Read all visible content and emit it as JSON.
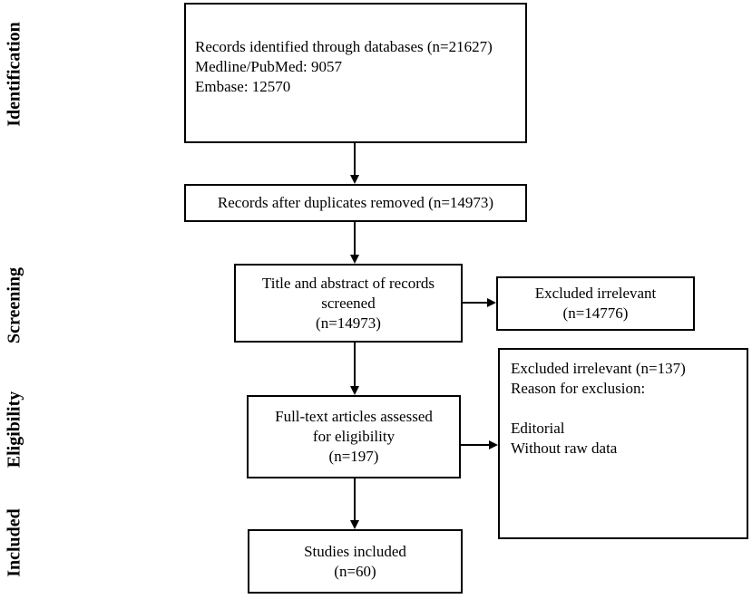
{
  "stages": {
    "identification": "Identification",
    "screening": "Screening",
    "eligibility": "Eligibility",
    "included": "Included"
  },
  "boxes": {
    "identified": {
      "line1": "Records identified through databases (n=21627)",
      "line2": "Medline/PubMed: 9057",
      "line3": "Embase: 12570"
    },
    "duplicates_removed": {
      "line1": "Records after duplicates removed (n=14973)"
    },
    "screened": {
      "line1": "Title and abstract of records",
      "line2": "screened",
      "line3": "(n=14973)"
    },
    "excluded_screening": {
      "line1": "Excluded irrelevant",
      "line2": "(n=14776)"
    },
    "fulltext": {
      "line1": "Full-text articles assessed",
      "line2": "for eligibility",
      "line3": "(n=197)"
    },
    "excluded_eligibility": {
      "line1": "Excluded irrelevant (n=137)",
      "line2": "Reason for exclusion:",
      "line3": "Editorial",
      "line4": "Without raw data"
    },
    "included": {
      "line1": "Studies included",
      "line2": "(n=60)"
    }
  }
}
